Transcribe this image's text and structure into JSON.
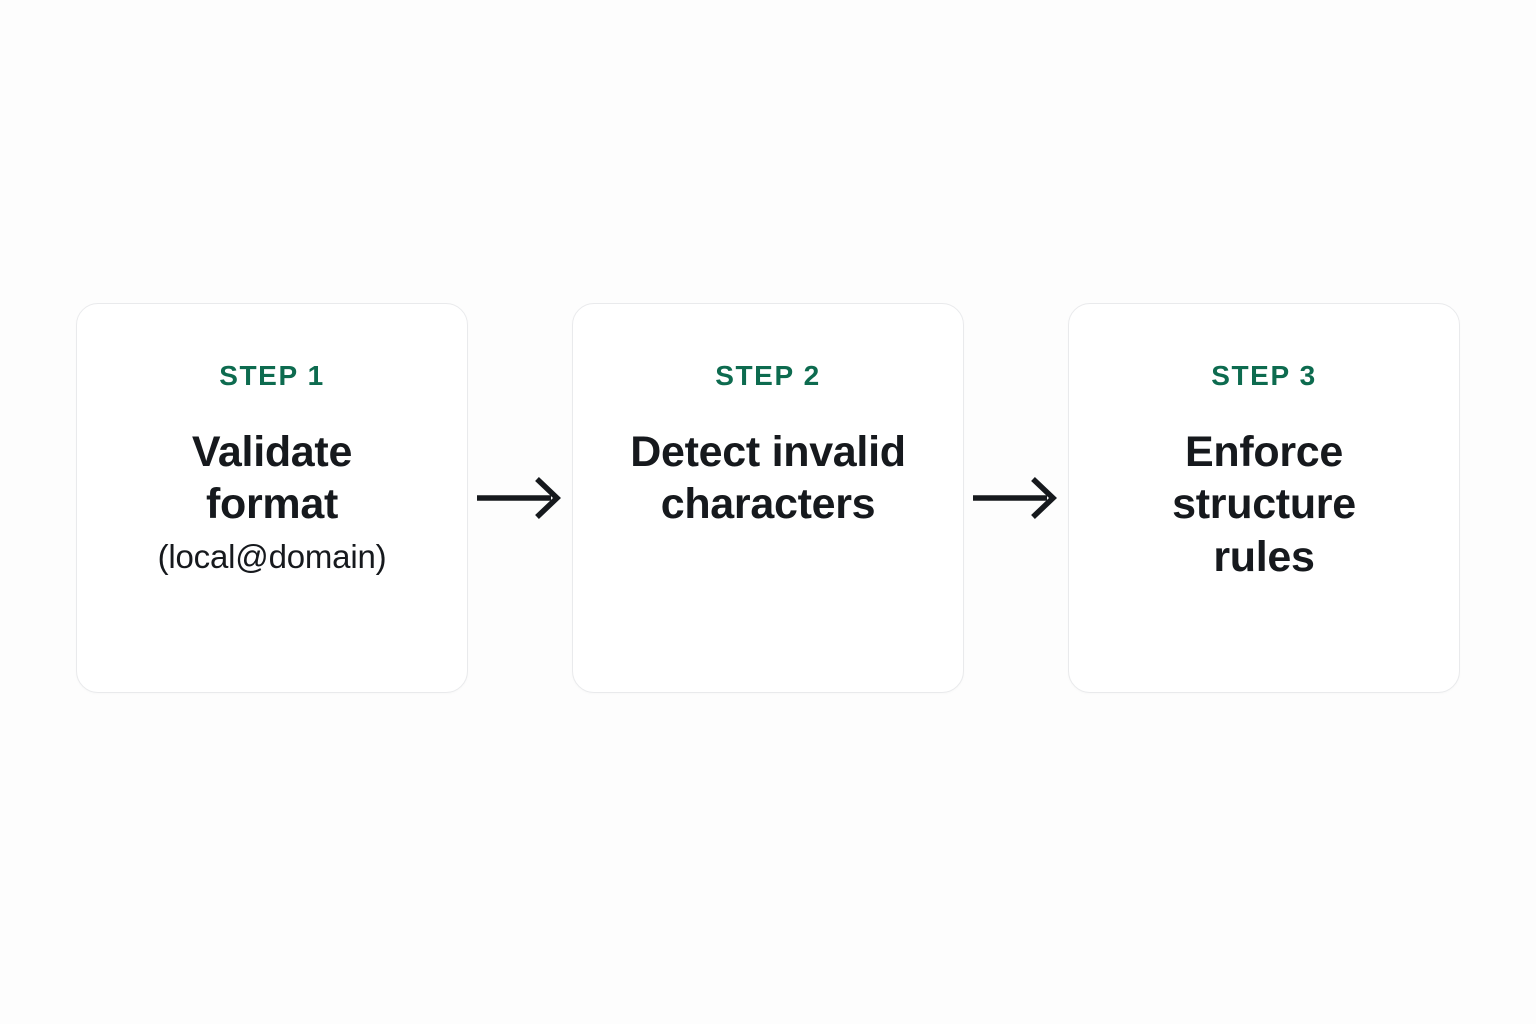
{
  "diagram": {
    "type": "horizontal-process-flow",
    "background_color": "#fdfdfd",
    "accent_color": "#0d6b4f",
    "text_color": "#16191d",
    "card_border_color": "#e9eaec",
    "card_background": "#ffffff",
    "arrow_color": "#16191d",
    "steps": [
      {
        "eyebrow": "STEP 1",
        "title": "Validate format",
        "subtitle": "(local@domain)"
      },
      {
        "eyebrow": "STEP 2",
        "title": "Detect invalid characters",
        "subtitle": ""
      },
      {
        "eyebrow": "STEP 3",
        "title": "Enforce structure rules",
        "subtitle": ""
      }
    ],
    "connectors": [
      {
        "name": "arrow-step1-to-step2",
        "icon": "arrow-right-icon"
      },
      {
        "name": "arrow-step2-to-step3",
        "icon": "arrow-right-icon"
      }
    ]
  }
}
